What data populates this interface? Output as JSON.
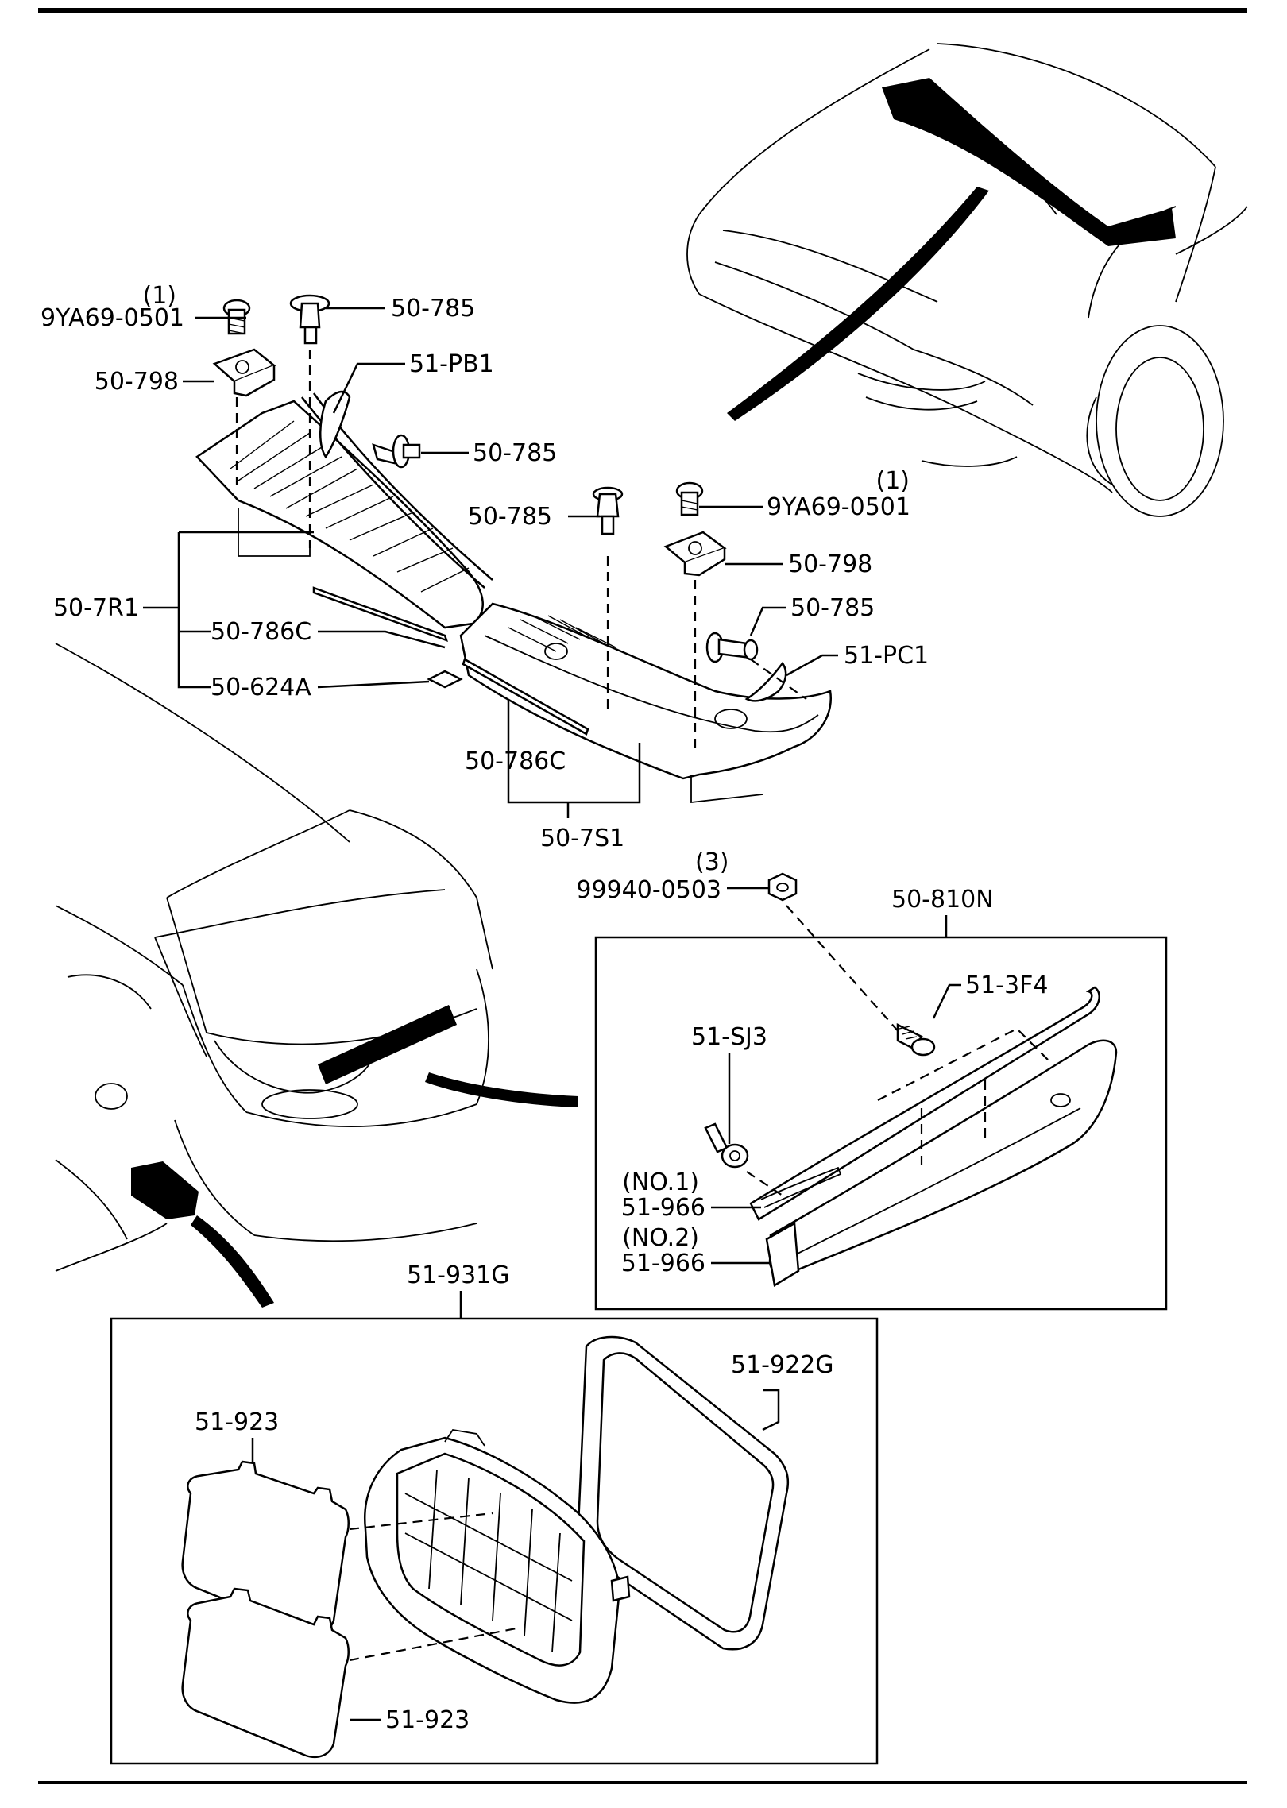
{
  "labels": {
    "qty_1a": "(1)",
    "bolt_9ya69_a": "9YA69-0501",
    "clip_50785_a": "50-785",
    "nut_50798_a": "50-798",
    "seal_51pb1": "51-PB1",
    "clip_50785_b": "50-785",
    "clip_50785_c": "50-785",
    "qty_1b": "(1)",
    "bolt_9ya69_b": "9YA69-0501",
    "nut_50798_b": "50-798",
    "cowl_50_7r1": "50-7R1",
    "clip_50785_d": "50-785",
    "seal_50786c_a": "50-786C",
    "seal_51pc1": "51-PC1",
    "pad_50624a": "50-624A",
    "seal_50786c_b": "50-786C",
    "cowl_50_7s1": "50-7S1",
    "qty_3": "(3)",
    "nut_99940": "99940-0503",
    "garnish_50810n": "50-810N",
    "screw_513f4": "51-3F4",
    "clip_51sj3": "51-SJ3",
    "no1": "(NO.1)",
    "seal_51966_a": "51-966",
    "no2": "(NO.2)",
    "seal_51966_b": "51-966",
    "louver_51931g": "51-931G",
    "packing_51922g": "51-922G",
    "flap_51923_a": "51-923",
    "flap_51923_b": "51-923"
  }
}
